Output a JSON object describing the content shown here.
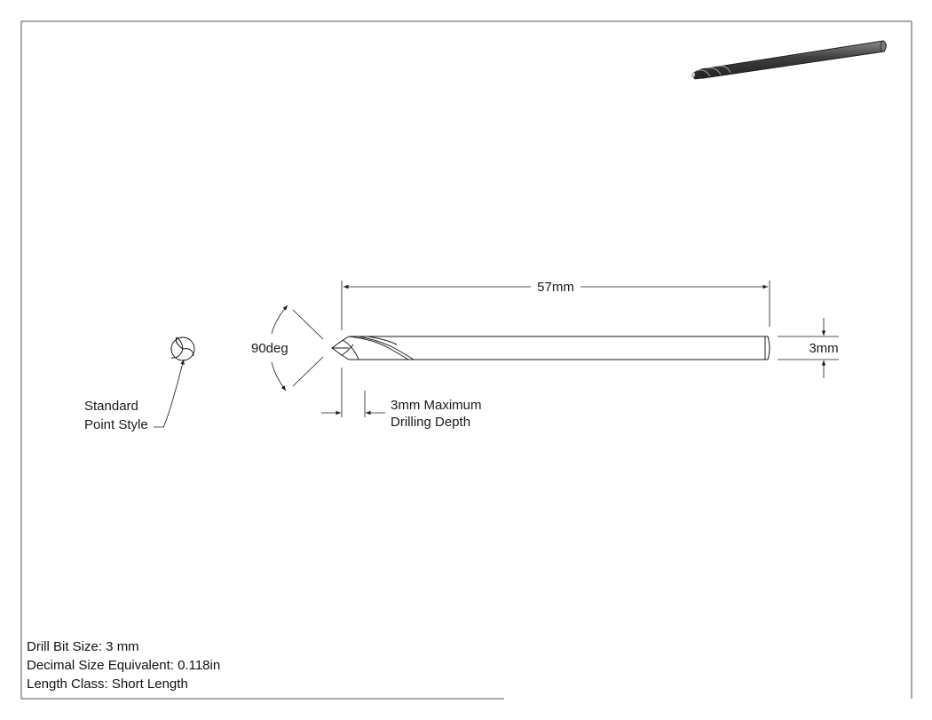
{
  "dimensions": {
    "length": "57mm",
    "diameter": "3mm",
    "angle": "90deg",
    "depth_line1": "3mm Maximum",
    "depth_line2": "Drilling Depth"
  },
  "callout": {
    "line1": "Standard",
    "line2": "Point Style"
  },
  "specs": {
    "size": "Drill Bit Size: 3 mm",
    "decimal": "Decimal Size Equivalent: 0.118in",
    "length_class": "Length Class: Short Length"
  },
  "colors": {
    "line": "#1a1a1a",
    "frame": "#555555",
    "iso_body": "#4a4a4a"
  }
}
